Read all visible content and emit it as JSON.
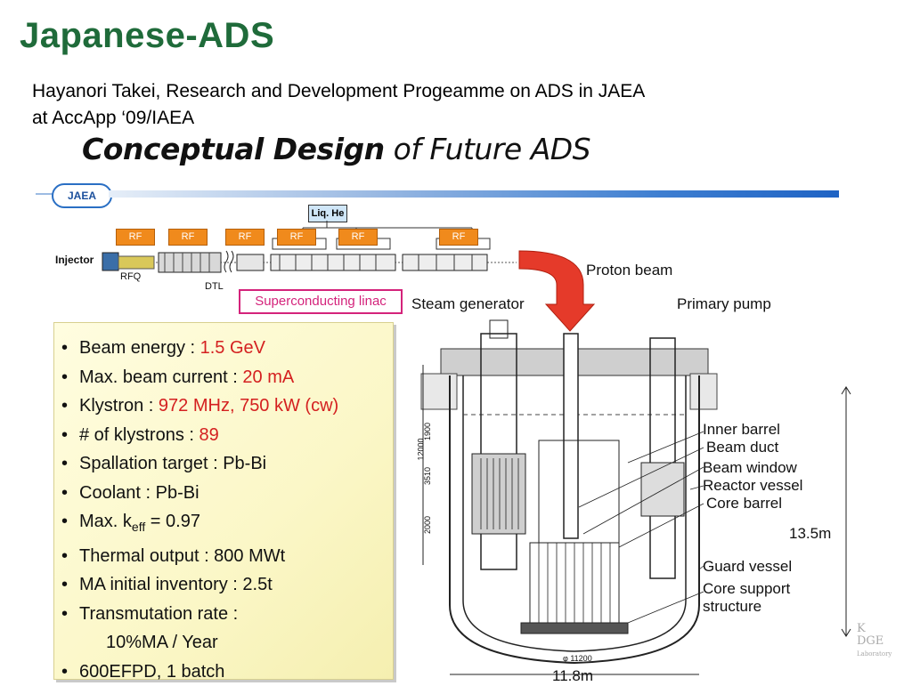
{
  "slide": {
    "title": "Japanese-ADS",
    "subtitle_line1": "Hayanori Takei, Research and Development Progeamme on ADS in JAEA",
    "subtitle_line2": "at  AccApp ‘09/IAEA",
    "inner_title_bold": "Conceptual Design",
    "inner_title_rest": " of Future ADS",
    "logo_text": "JAEA"
  },
  "linac": {
    "injector": "Injector",
    "rfq": "RFQ",
    "dtl": "DTL",
    "rf_label": "RF",
    "liq_he": "Liq. He",
    "superconducting": "Superconducting linac",
    "colors": {
      "rf": "#f08a1c",
      "sc_border": "#d4237b",
      "liq": "#cfe6f8"
    }
  },
  "bullets": [
    {
      "label": "Beam energy : ",
      "value": "1.5 GeV"
    },
    {
      "label": "Max. beam current : ",
      "value": "20 mA"
    },
    {
      "label": "Klystron : ",
      "value": "972 MHz, 750 kW (cw)"
    },
    {
      "label": "# of klystrons : ",
      "value": "89"
    },
    {
      "label": "Spallation target : Pb-Bi",
      "value": ""
    },
    {
      "label": "Coolant : Pb-Bi",
      "value": ""
    },
    {
      "label": "Max. k",
      "sub": "eff",
      "rest": " = 0.97"
    },
    {
      "label": "Thermal output :  800 MWt",
      "value": ""
    },
    {
      "label": "MA initial inventory  :  2.5t",
      "value": ""
    },
    {
      "label": "Transmutation rate :",
      "value": ""
    },
    {
      "label": "10%MA / Year",
      "value": "",
      "indent": true
    },
    {
      "label": "600EFPD, 1 batch",
      "value": ""
    }
  ],
  "reactor": {
    "proton_beam": "Proton beam",
    "steam_generator": "Steam generator",
    "primary_pump": "Primary pump",
    "inner_barrel": "Inner barrel",
    "beam_duct": "Beam duct",
    "beam_window": "Beam window",
    "reactor_vessel": "Reactor vessel",
    "core_barrel": "Core barrel",
    "guard_vessel": "Guard vessel",
    "core_support_1": "Core support",
    "core_support_2": "structure",
    "height": "13.5m",
    "width": "11.8m",
    "dim_11200": "φ 11200",
    "dim_12000": "12000",
    "dim_1900": "1900",
    "dim_3510": "3510",
    "dim_2000": "2000",
    "arrow_color": "#e53a2a"
  },
  "watermark": [
    "K",
    "DGE",
    "Laboratory"
  ]
}
